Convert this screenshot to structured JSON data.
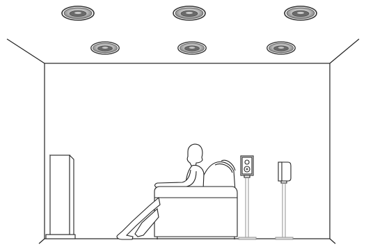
{
  "scene": {
    "description_label": "",
    "ceiling_speakers": {
      "front_row": 3,
      "back_row": 3
    },
    "floor_speakers": {
      "front_tower": 1,
      "bookshelf_on_stand": 1,
      "rear_on_stand": 1
    },
    "listener": "seated-person-in-armchair",
    "colors": {
      "stroke": "#222222",
      "speaker_fill": "#ffffff",
      "ceiling_speaker_outer": "#8a8a8a",
      "ceiling_speaker_inner": "#5a5a5a",
      "stand_grey": "#bdbdbd"
    }
  }
}
